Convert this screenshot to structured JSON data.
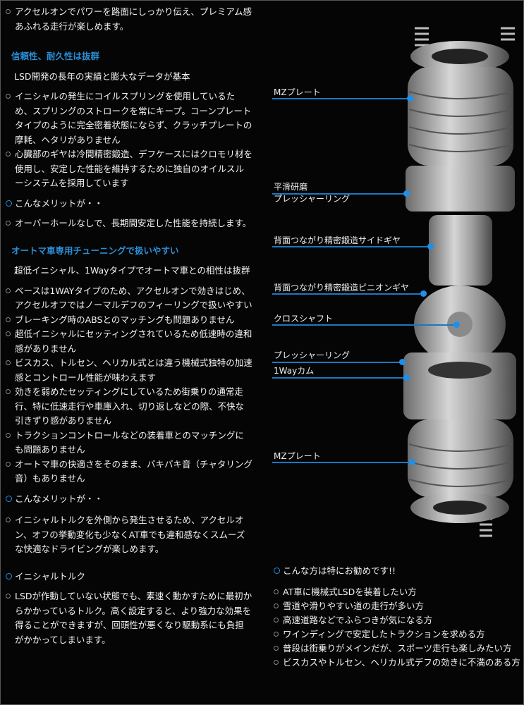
{
  "left": {
    "intro_item": "アクセルオンでパワーを路面にしっかり伝え、プレミアム感あふれる走行が楽しめます。",
    "section1": {
      "heading": "信頼性、耐久性は抜群",
      "lead": "LSD開発の長年の実績と膨大なデータが基本",
      "items": [
        "イニシャルの発生にコイルスプリングを使用しているため、スプリングのストロークを常にキープ。コーンプレートタイプのように完全密着状態にならず、クラッチプレートの摩耗、ヘタリがありません",
        "心臓部のギヤは冷間精密鍛造、デフケースにはクロモリ材を使用し、安定した性能を維持するために独自のオイルスルーシステムを採用しています"
      ],
      "merit_heading": "こんなメリットが・・",
      "merit_item": "オーバーホールなしで、長期間安定した性能を持続します。"
    },
    "section2": {
      "heading": "オートマ車専用チューニングで扱いやすい",
      "lead": "超低イニシャル、1Wayタイプでオートマ車との相性は抜群",
      "items": [
        "ベースは1WAYタイプのため、アクセルオンで効きはじめ、アクセルオフではノーマルデフのフィーリングで扱いやすい",
        "ブレーキング時のABSとのマッチングも問題ありません",
        "超低イニシャルにセッティングされているため低速時の違和感がありません",
        "ビスカス、トルセン、ヘリカル式とは違う機械式独特の加速感とコントロール性能が味わえます",
        "効きを弱めたセッティングにしているため街乗りの通常走行、特に低速走行や車庫入れ、切り返しなどの際、不快な引きずり感がありません",
        "トラクションコントロールなどの装着車とのマッチングにも問題ありません",
        "オートマ車の快適さをそのまま、バキバキ音（チャタリング音）もありません"
      ],
      "merit_heading": "こんなメリットが・・",
      "merit_item": "イニシャルトルクを外側から発生させるため、アクセルオン、オフの挙動変化も少なくAT車でも違和感なくスムーズな快適なドライビングが楽しめます。"
    },
    "initial_torque": {
      "heading": "イニシャルトルク",
      "item": "LSDが作動していない状態でも、素速く動かすために最初からかかっているトルク。高く設定すると、より強力な効果を得ることができますが、回頭性が悪くなり駆動系にも負担がかかってしまいます。"
    }
  },
  "diagram": {
    "labels": [
      "MZプレート",
      "平滑研磨\nプレッシャーリング",
      "背面つながり精密鍛造サイドギヤ",
      "背面つながり精密鍛造ピニオンギヤ",
      "クロスシャフト",
      "プレッシャーリング",
      "1Wayカム",
      "MZプレート"
    ]
  },
  "recommend": {
    "heading": "こんな方は特にお勧めです!!",
    "items": [
      "AT車に機械式LSDを装着したい方",
      "雪道や滑りやすい道の走行が多い方",
      "高速道路などでふらつきが気になる方",
      "ワインディングで安定したトラクションを求める方",
      "普段は街乗りがメインだが、スポーツ走行も楽しみたい方",
      "ビスカスやトルセン、ヘリカル式デフの効きに不満のある方"
    ]
  },
  "colors": {
    "accent": "#2a8fd6",
    "background": "#050505",
    "text": "#f2f2f2"
  }
}
